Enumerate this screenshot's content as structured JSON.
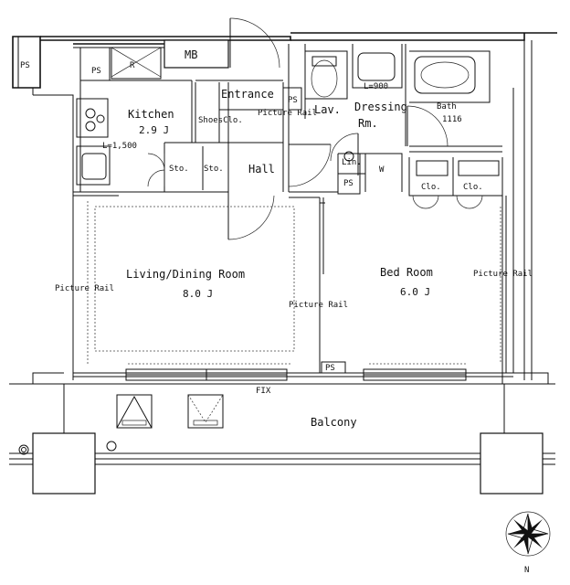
{
  "rooms": {
    "kitchen": {
      "name": "Kitchen",
      "area": "2.9 J",
      "length_note": "L=1,500"
    },
    "entrance": {
      "name": "Entrance"
    },
    "hall": {
      "name": "Hall"
    },
    "lav": {
      "name": "Lav."
    },
    "dressing": {
      "name": "Dressing",
      "name2": "Rm."
    },
    "bath": {
      "name": "Bath",
      "size": "1116"
    },
    "living": {
      "name": "Living/Dining Room",
      "area": "8.0 J"
    },
    "bed": {
      "name": "Bed Room",
      "area": "6.0 J"
    },
    "balcony": {
      "name": "Balcony"
    }
  },
  "fixtures": {
    "mb": "MB",
    "ps": "PS",
    "r": "R",
    "shoes_closet": "ShoesClo.",
    "storage": "Sto.",
    "linen": "Lin.",
    "washer": "W",
    "closet": "Clo.",
    "lav_note": "L=900",
    "fix_window": "FIX",
    "picture_rail": "Picture Rail"
  },
  "compass": {
    "north": "N"
  }
}
